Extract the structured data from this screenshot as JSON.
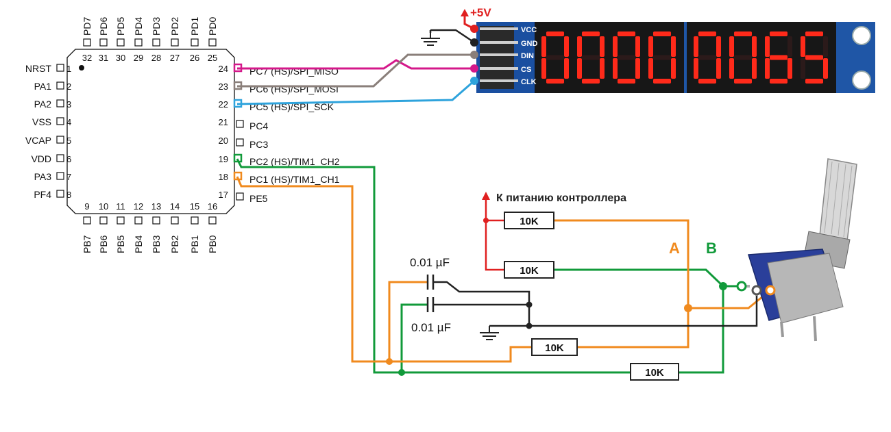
{
  "mcu": {
    "top_labels": [
      "PD7",
      "PD6",
      "PD5",
      "PD4",
      "PD3",
      "PD2",
      "PD1",
      "PD0"
    ],
    "top_nums": [
      "32",
      "31",
      "30",
      "29",
      "28",
      "27",
      "26",
      "25"
    ],
    "bottom_labels": [
      "PB7",
      "PB6",
      "PB5",
      "PB4",
      "PB3",
      "PB2",
      "PB1",
      "PB0"
    ],
    "bottom_nums": [
      "9",
      "10",
      "11",
      "12",
      "13",
      "14",
      "15",
      "16"
    ],
    "left_labels": [
      "NRST",
      "PA1",
      "PA2",
      "VSS",
      "VCAP",
      "VDD",
      "PA3",
      "PF4"
    ],
    "left_nums": [
      "1",
      "2",
      "3",
      "4",
      "5",
      "6",
      "7",
      "8"
    ],
    "right_labels": [
      "PC7 (HS)/SPI_MISO",
      "PC6 (HS)/SPI_MOSI",
      "PC5 (HS)/SPI_SCK",
      "PC4",
      "PC3",
      "PC2 (HS)/TIM1_CH2",
      "PC1 (HS)/TIM1_CH1",
      "PE5"
    ],
    "right_nums": [
      "24",
      "23",
      "22",
      "21",
      "20",
      "19",
      "18",
      "17"
    ]
  },
  "display": {
    "pins": [
      "VCC",
      "GND",
      "DIN",
      "CS",
      "CLK"
    ],
    "digits": "00000065",
    "segment_color": "#ff2a1a"
  },
  "power": {
    "plus5v": "+5V",
    "controller_supply": "К питанию контроллера"
  },
  "resistors": [
    "10K",
    "10K",
    "10K",
    "10K"
  ],
  "capacitors": [
    "0.01 µF",
    "0.01 µF"
  ],
  "encoder": {
    "label_a": "A",
    "label_b": "B"
  },
  "colors": {
    "magenta": "#d4188a",
    "gray": "#8a7f7a",
    "blue": "#2ea3dc",
    "green": "#119a3a",
    "orange": "#f08a1e",
    "red": "#e02020",
    "black": "#222222"
  }
}
